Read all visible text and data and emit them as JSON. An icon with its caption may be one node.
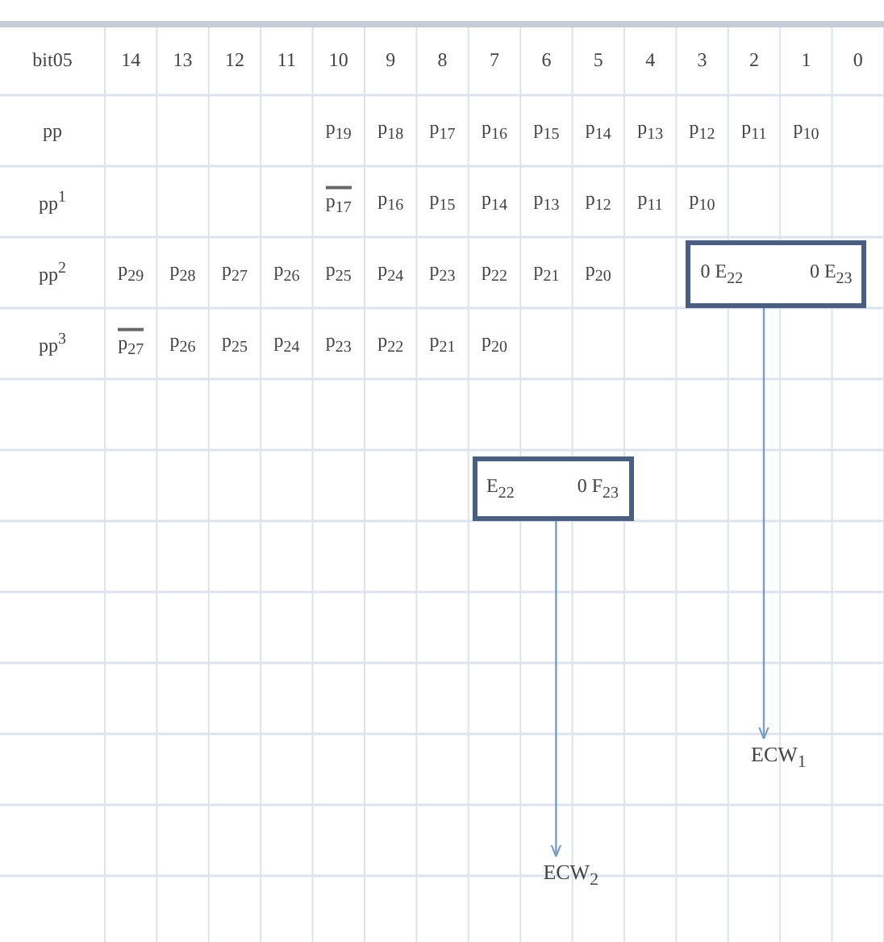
{
  "diagram": {
    "nodes": [
      {
        "text": [
          "0 E$_{22}$",
          "0 E$_{23}$"
        ]
      },
      {
        "text": [
          "E$_{22}$",
          "0 F$_{23}$"
        ]
      },
      {
        "text": [
          "ECW$_{1}$"
        ]
      },
      {
        "text": [
          "ECW$_{2}$"
        ]
      }
    ],
    "edges": [
      {
        "from": 0,
        "to": 2,
        "arrow": "to"
      },
      {
        "from": 1,
        "to": 3,
        "arrow": "to"
      }
    ],
    "labels": [
      "bit05",
      "14",
      "13",
      "12",
      "11",
      "10",
      "9",
      "8",
      "7",
      "6",
      "5",
      "4",
      "3",
      "2",
      "1",
      "0",
      "pp",
      "p$_{19}$",
      "p$_{18}$",
      "p$_{17}$",
      "p$_{16}$",
      "p$_{15}$",
      "p$_{14}$",
      "p$_{13}$",
      "p$_{12}$",
      "p$_{11}$",
      "p$_{10}$",
      "pp$^{1}$",
      "p$_{17}$",
      "p$_{16}$",
      "p$_{15}$",
      "p$_{14}$",
      "p$_{13}$",
      "p$_{12}$",
      "p$_{11}$",
      "p$_{10}$",
      "pp$^{2}$",
      "p$_{29}$",
      "p$_{28}$",
      "p$_{27}$",
      "p$_{26}$",
      "p$_{25}$",
      "p$_{24}$",
      "p$_{23}$",
      "p$_{22}$",
      "p$_{21}$",
      "p$_{20}$",
      "pp$^{3}$",
      "p$_{27}$",
      "p$_{26}$",
      "p$_{25}$",
      "p$_{24}$",
      "p$_{23}$",
      "p$_{22}$",
      "p$_{21}$",
      "p$_{20}$"
    ]
  }
}
